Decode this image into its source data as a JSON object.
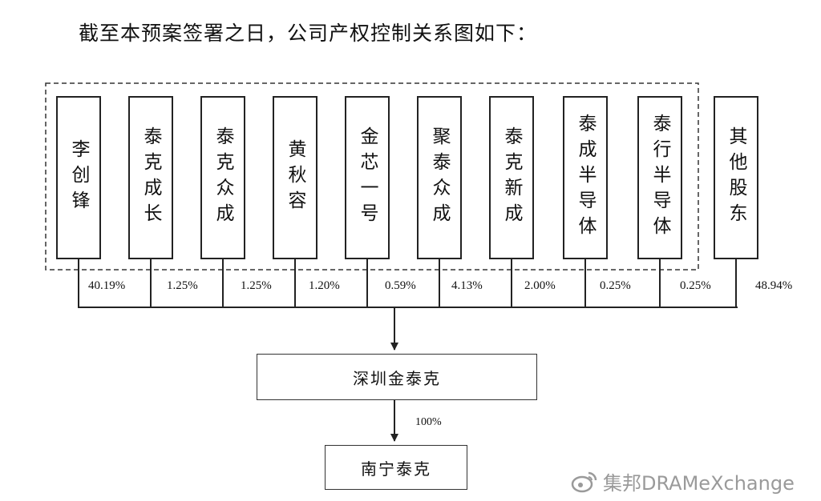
{
  "intro_text": "截至本预案签署之日，公司产权控制关系图如下：",
  "shareholders": [
    {
      "name": "李创锋",
      "share": "40.19%"
    },
    {
      "name": "泰克成长",
      "share": "1.25%"
    },
    {
      "name": "泰克众成",
      "share": "1.25%"
    },
    {
      "name": "黄秋容",
      "share": "1.20%"
    },
    {
      "name": "金芯一号",
      "share": "0.59%"
    },
    {
      "name": "聚泰众成",
      "share": "4.13%"
    },
    {
      "name": "泰克新成",
      "share": "2.00%"
    },
    {
      "name": "泰成半导体",
      "share": "0.25%"
    },
    {
      "name": "泰行半导体",
      "share": "0.25%"
    },
    {
      "name": "其他股东",
      "share": "48.94%"
    }
  ],
  "company": "深圳金泰克",
  "subsidiary": "南宁泰克",
  "subsidiary_share": "100%",
  "watermark": "集邦DRAMeXchange"
}
